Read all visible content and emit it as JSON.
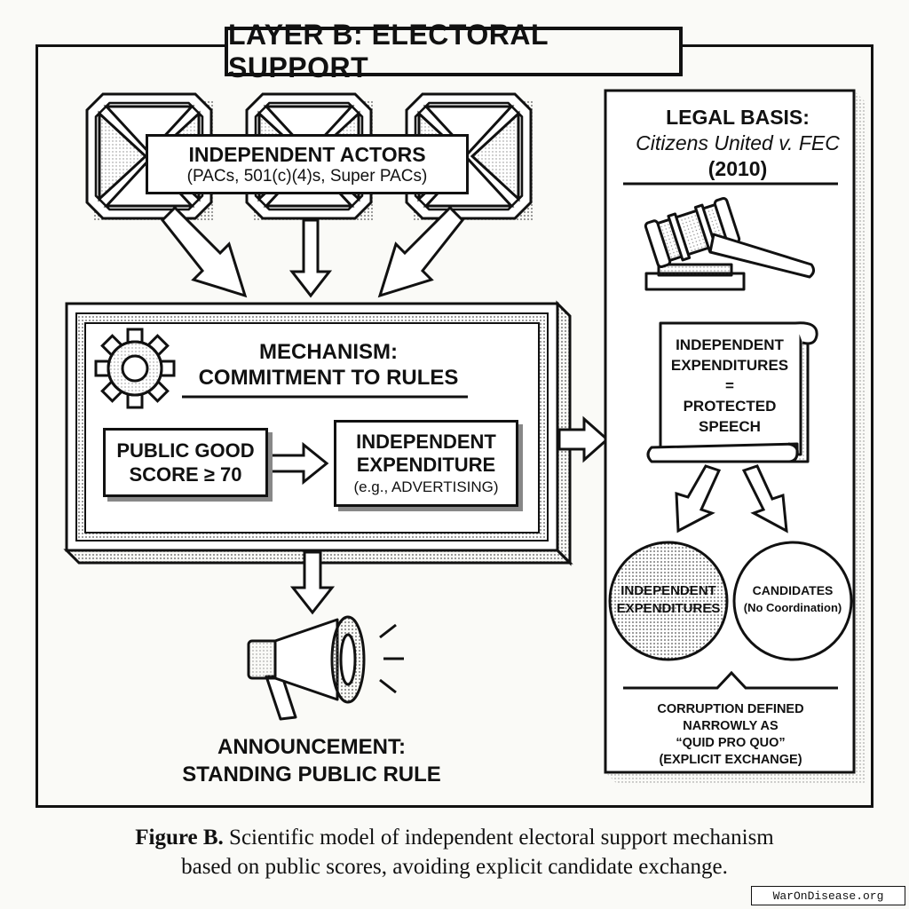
{
  "title": "LAYER B: ELECTORAL SUPPORT",
  "actors": {
    "title": "INDEPENDENT ACTORS",
    "subtitle": "(PACs, 501(c)(4)s, Super PACs)"
  },
  "mechanism": {
    "title_line1": "MECHANISM:",
    "title_line2": "COMMITMENT TO RULES",
    "condition_line1": "PUBLIC GOOD",
    "condition_line2": "SCORE ≥ 70",
    "action_line1": "INDEPENDENT",
    "action_line2": "EXPENDITURE",
    "action_note": "(e.g., ADVERTISING)"
  },
  "announcement": {
    "line1": "ANNOUNCEMENT:",
    "line2": "STANDING PUBLIC RULE"
  },
  "legal": {
    "title": "LEGAL BASIS:",
    "case": "Citizens United v. FEC",
    "year": "(2010)",
    "scroll_line1": "INDEPENDENT",
    "scroll_line2": "EXPENDITURES",
    "scroll_line3": "=",
    "scroll_line4": "PROTECTED",
    "scroll_line5": "SPEECH",
    "circle_left_line1": "INDEPENDENT",
    "circle_left_line2": "EXPENDITURES",
    "circle_right_line1": "CANDIDATES",
    "circle_right_line2": "(No Coordination)",
    "corruption_line1": "CORRUPTION DEFINED",
    "corruption_line2": "NARROWLY AS",
    "corruption_line3": "“QUID PRO QUO”",
    "corruption_line4": "(EXPLICIT EXCHANGE)"
  },
  "caption": {
    "label": "Figure B.",
    "line1": "Scientific model of independent electoral support mechanism",
    "line2": "based on public scores, avoiding explicit candidate exchange."
  },
  "watermark": "WarOnDisease.org"
}
